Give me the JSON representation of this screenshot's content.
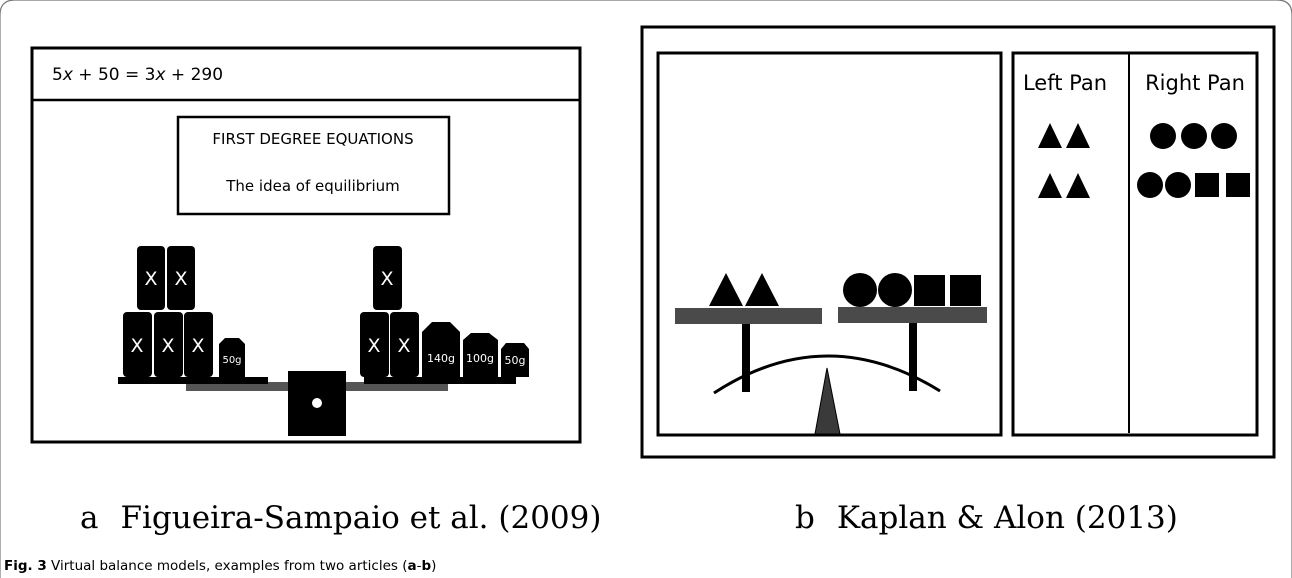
{
  "panel_a": {
    "equation_prefix": "5",
    "equation_var1": "x",
    "equation_mid": " + 50 = 3",
    "equation_var2": "x",
    "equation_suffix": " + 290",
    "title_line1": "FIRST DEGREE EQUATIONS",
    "title_line2": "The idea of equilibrium",
    "x_label": "X",
    "weights": [
      "50g",
      "140g",
      "100g",
      "50g"
    ],
    "caption_letter": "a",
    "caption_text": "Figueira-Sampaio et al. (2009)"
  },
  "panel_b": {
    "left_pan_label": "Left Pan",
    "right_pan_label": "Right Pan",
    "caption_letter": "b",
    "caption_text": "Kaplan & Alon (2013)"
  },
  "figure_caption": {
    "label": "Fig. 3",
    "text_before": " Virtual balance models, examples from two articles (",
    "part_a": "a",
    "dash": "-",
    "part_b": "b",
    "text_after": ")"
  },
  "colors": {
    "ink": "#000000",
    "beam": "#555555",
    "pan_gray": "#4a4a4a",
    "fulcrum": "#3a3a3a"
  }
}
